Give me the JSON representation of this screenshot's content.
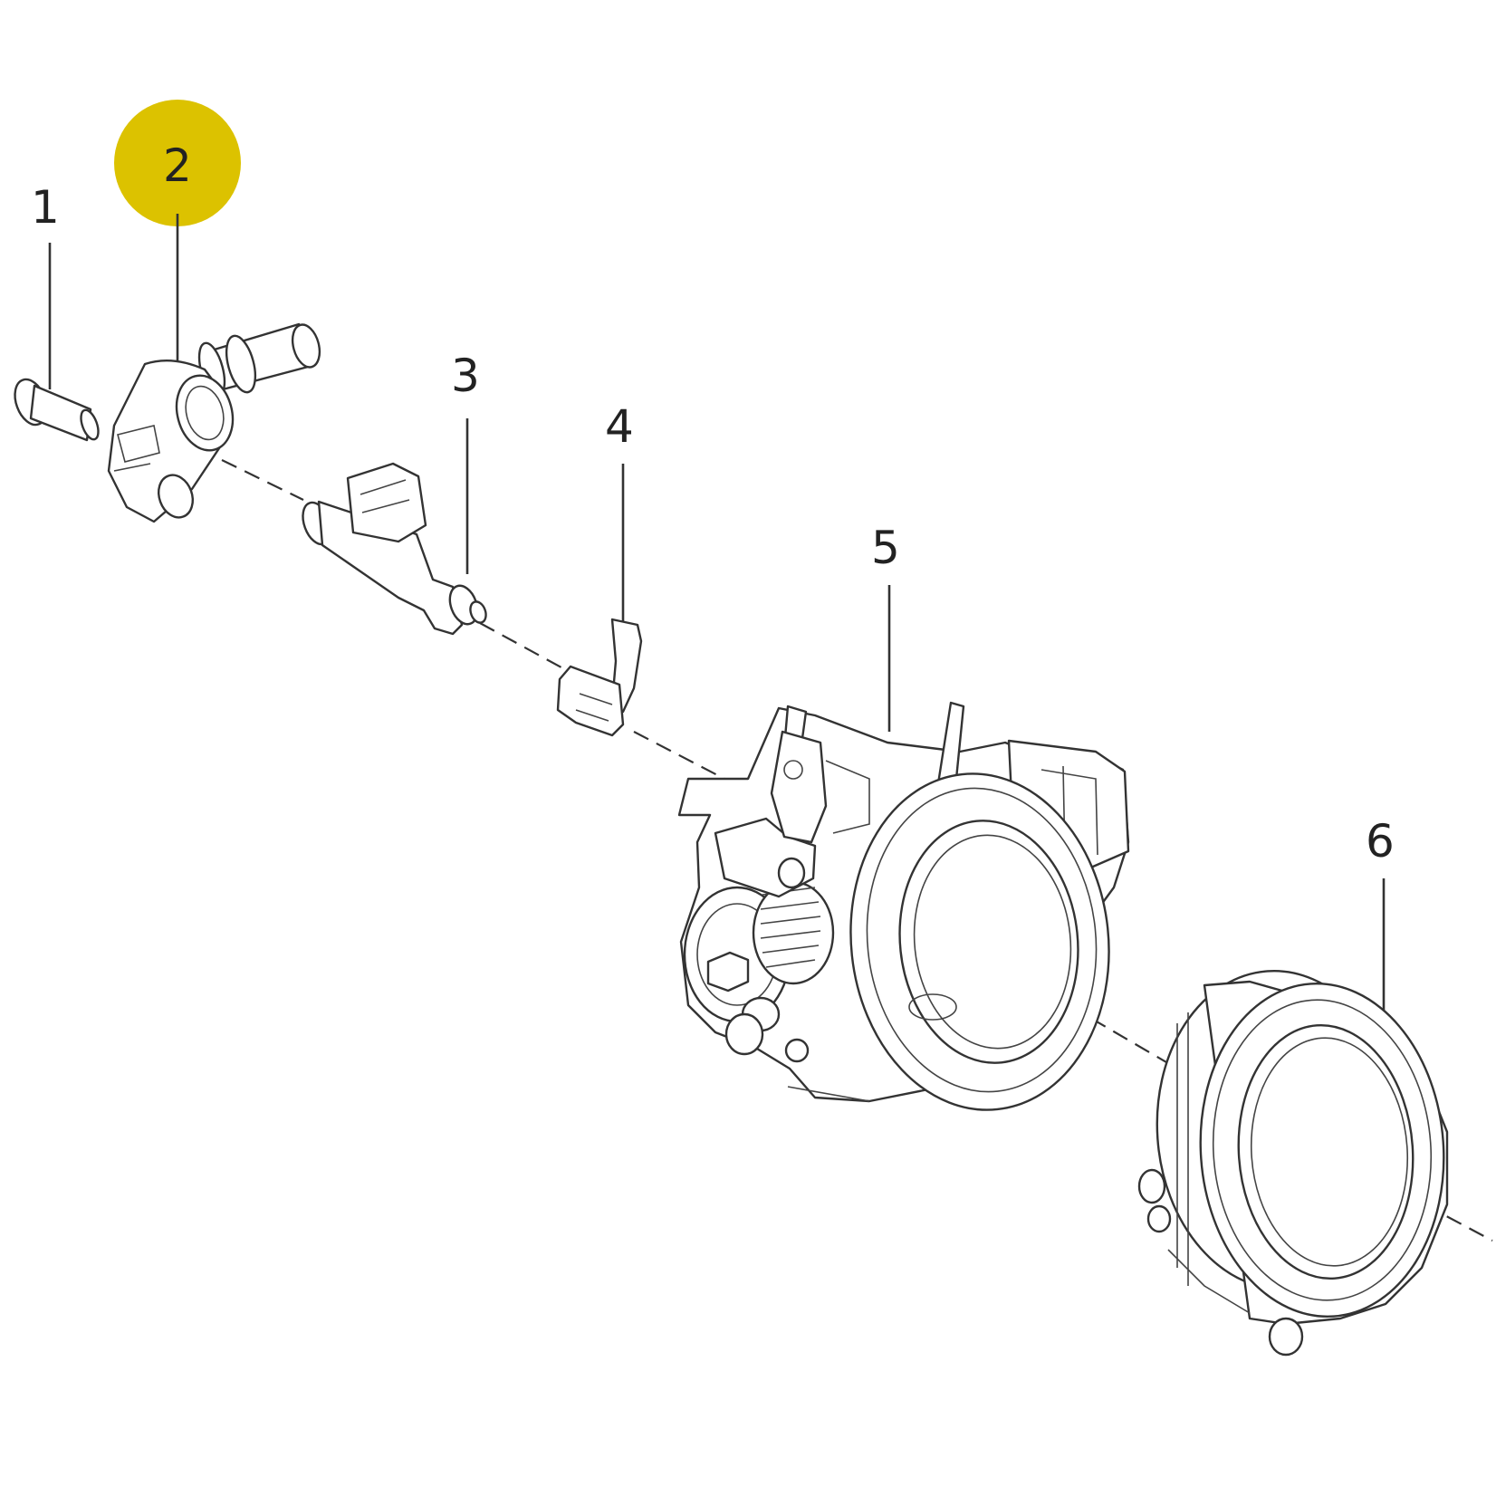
{
  "highlight_color": "#dcc200",
  "highlighted_callout": "2",
  "callouts": [
    {
      "label": "1"
    },
    {
      "label": "2"
    },
    {
      "label": "3"
    },
    {
      "label": "4"
    },
    {
      "label": "5"
    },
    {
      "label": "6"
    }
  ]
}
